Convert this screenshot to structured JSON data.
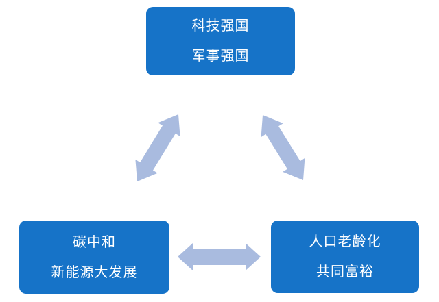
{
  "diagram": {
    "title": "cycle-relationship-diagram",
    "colors": {
      "node_fill": "#1673C8",
      "node_text": "#FFFFFF",
      "arrow_fill": "#A9BBDF",
      "background": "#FFFFFF"
    },
    "nodes": [
      {
        "id": "top",
        "lines": [
          "科技强国",
          "军事强国"
        ]
      },
      {
        "id": "bottom-left",
        "lines": [
          "碳中和",
          "新能源大发展"
        ]
      },
      {
        "id": "bottom-right",
        "lines": [
          "人口老龄化",
          "共同富裕"
        ]
      }
    ],
    "connections": [
      {
        "from": "top",
        "to": "bottom-left",
        "style": "double-headed-arrow"
      },
      {
        "from": "top",
        "to": "bottom-right",
        "style": "double-headed-arrow"
      },
      {
        "from": "bottom-left",
        "to": "bottom-right",
        "style": "double-headed-arrow"
      }
    ]
  }
}
